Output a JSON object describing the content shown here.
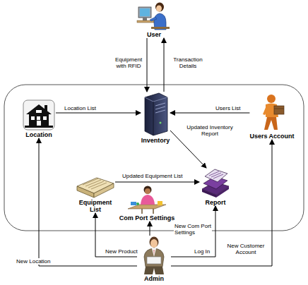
{
  "diagram": {
    "nodes": [
      {
        "text": [
          "User"
        ]
      },
      {
        "text": [
          "Location"
        ]
      },
      {
        "text": [
          "Inventory"
        ]
      },
      {
        "text": [
          "Users Account"
        ]
      },
      {
        "text": [
          "Equipment List"
        ]
      },
      {
        "text": [
          "Report"
        ]
      },
      {
        "text": [
          "Com Port Settings"
        ]
      },
      {
        "text": [
          "Admin"
        ]
      }
    ],
    "edges": [
      {
        "from": 0,
        "to": 2,
        "label": "Equipment with RFID",
        "arrow": "to"
      },
      {
        "from": 2,
        "to": 0,
        "label": "Transaction Details",
        "arrow": "to"
      },
      {
        "from": 1,
        "to": 2,
        "label": "Location List",
        "arrow": "to"
      },
      {
        "from": 3,
        "to": 2,
        "label": "Users List",
        "arrow": "to"
      },
      {
        "from": 2,
        "to": 5,
        "label": "Updated Inventory Report",
        "arrow": "to"
      },
      {
        "from": 4,
        "to": 5,
        "label": "Updated Equipment List",
        "arrow": "to"
      },
      {
        "from": 7,
        "to": 6,
        "label": "New Com Port Settings",
        "arrow": "to"
      },
      {
        "from": 7,
        "to": 1,
        "label": "New Location",
        "arrow": "to"
      },
      {
        "from": 7,
        "to": 4,
        "label": "New Product",
        "arrow": "to"
      },
      {
        "from": 7,
        "to": 5,
        "label": "Log In",
        "arrow": "to"
      },
      {
        "from": 7,
        "to": 3,
        "label": "New Customer Account",
        "arrow": "to"
      }
    ]
  }
}
